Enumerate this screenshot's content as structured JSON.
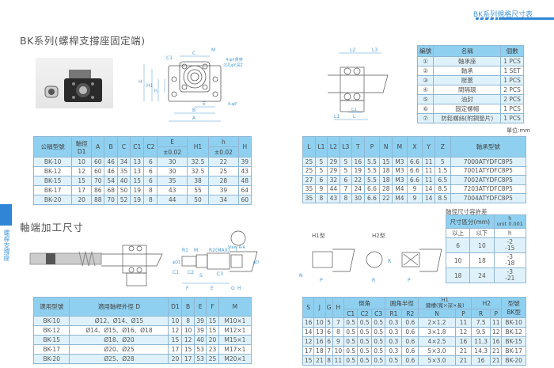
{
  "header": {
    "section": "BK系列規格尺寸表"
  },
  "title": "BK系列(螺桿支撐座固定端)",
  "subtitle": "軸端加工尺寸",
  "sidebar": {
    "label": "螺桿支撐座"
  },
  "unit": "單位:mm",
  "drawing_labels": {
    "c": "C",
    "m": "M",
    "a": "A",
    "b": "B",
    "e": "E",
    "h": "h",
    "h1": "H1",
    "hh": "H",
    "c1": "C1",
    "l": "L",
    "l1": "L1",
    "l2": "L2",
    "l3": "L3",
    "hole1": "4-φX貫穿",
    "hole2": "沉孔φY深Z",
    "hole3": "4-φP",
    "h1type": "H1型",
    "h2type": "H2型",
    "n": "N",
    "p": "P",
    "r": "R",
    "j": "J",
    "view": "View A-A",
    "r1": "R1",
    "r2": "R2(MAX)",
    "f": "F",
    "g": "G",
    "s": "S",
    "c2": "C2",
    "c3": "C3",
    "d": "φD",
    "d1": "φD1"
  },
  "parts_table": {
    "headers": [
      "編號",
      "名稱",
      "個數"
    ],
    "rows": [
      [
        "①",
        "軸承座",
        "1 PCS"
      ],
      [
        "②",
        "軸承",
        "1 SET"
      ],
      [
        "③",
        "壓蓋",
        "1 PCS"
      ],
      [
        "④",
        "間隔環",
        "2 PCS"
      ],
      [
        "⑤",
        "油封",
        "2 PCS"
      ],
      [
        "⑥",
        "固定螺帽",
        "1 PCS"
      ],
      [
        "⑦",
        "防鬆螺絲(附銅墊片)",
        "1 PCS"
      ]
    ]
  },
  "dim_table": {
    "headers": {
      "model": "公稱型號",
      "d1": "軸徑",
      "d1b": "D1",
      "a": "A",
      "b": "B",
      "c": "C",
      "c1": "C1",
      "c2": "C2",
      "e": "E",
      "etol": "±0.02",
      "h1": "H1",
      "h": "h",
      "htol": "±0.02",
      "hh": "H"
    },
    "rows": [
      [
        "BK-10",
        "10",
        "60",
        "46",
        "34",
        "13",
        "6",
        "30",
        "32.5",
        "22",
        "39"
      ],
      [
        "BK-12",
        "12",
        "60",
        "46",
        "35",
        "13",
        "6",
        "30",
        "32.5",
        "25",
        "43"
      ],
      [
        "BK-15",
        "15",
        "70",
        "54",
        "40",
        "15",
        "6",
        "35",
        "38",
        "28",
        "48"
      ],
      [
        "BK-17",
        "17",
        "86",
        "68",
        "50",
        "19",
        "8",
        "43",
        "55",
        "39",
        "64"
      ],
      [
        "BK-20",
        "20",
        "88",
        "70",
        "52",
        "19",
        "8",
        "44",
        "50",
        "34",
        "60"
      ]
    ]
  },
  "bearing_table": {
    "headers": [
      "L",
      "L1",
      "L2",
      "L3",
      "T",
      "P",
      "N",
      "M",
      "X",
      "Y",
      "Z",
      "軸承型號"
    ],
    "rows": [
      [
        "25",
        "5",
        "29",
        "5",
        "16",
        "5.5",
        "15",
        "M3",
        "6.6",
        "11",
        "5",
        "7000ATYDFC8P5"
      ],
      [
        "25",
        "5",
        "29",
        "5",
        "19",
        "5.5",
        "18",
        "M3",
        "6.6",
        "11",
        "1.5",
        "7001ATYDFC8P5"
      ],
      [
        "27",
        "6",
        "32",
        "6",
        "22",
        "5.5",
        "18",
        "M3",
        "6.6",
        "11",
        "6.5",
        "7002ATYDFC8P5"
      ],
      [
        "35",
        "9",
        "44",
        "7",
        "24",
        "6.6",
        "28",
        "M4",
        "9",
        "14",
        "8.5",
        "7203ATYDFC8P5"
      ],
      [
        "35",
        "8",
        "43",
        "8",
        "30",
        "6.6",
        "22",
        "M4",
        "9",
        "14",
        "8.5",
        "7004ATYDFC8P5"
      ]
    ]
  },
  "tolerance": {
    "title": "軸徑尺寸容許差",
    "h_range": "尺寸區分(mm)",
    "h_unit": "h",
    "h_unit2": "unit 0.001",
    "above": "以上",
    "below": "以下",
    "h": "h",
    "rows": [
      [
        "6",
        "10",
        "-2",
        "-15"
      ],
      [
        "10",
        "18",
        "-3",
        "-18"
      ],
      [
        "18",
        "24",
        "-3",
        "-21"
      ]
    ]
  },
  "shaft_table": {
    "headers": [
      "適用型號",
      "適用軸桿外徑 D",
      "D1",
      "B",
      "E",
      "F",
      "M"
    ],
    "rows": [
      [
        "BK-10",
        "Ø12、Ø14、Ø15",
        "10",
        "8",
        "39",
        "15",
        "M10×1"
      ],
      [
        "BK-12",
        "Ø14、Ø15、Ø16、Ø18",
        "12",
        "10",
        "39",
        "15",
        "M12×1"
      ],
      [
        "BK-15",
        "Ø18、Ø20",
        "15",
        "12",
        "40",
        "20",
        "M15×1"
      ],
      [
        "BK-17",
        "Ø20、Ø25",
        "17",
        "15",
        "53",
        "23",
        "M17×1"
      ],
      [
        "BK-20",
        "Ø25、Ø28",
        "20",
        "17",
        "53",
        "25",
        "M20×1"
      ]
    ]
  },
  "end_table": {
    "headers": {
      "s": "S",
      "j": "J",
      "g": "G",
      "h": "H",
      "chamfer": "倒角",
      "fillet": "圓角半徑",
      "key": "鍵槽(寬×深×長)",
      "h1": "H1",
      "h2": "H2",
      "model": "型號",
      "modelb": "BK型",
      "c1": "C1",
      "c2": "C2",
      "c3": "C3",
      "r1": "R1",
      "r2": "R2",
      "n": "N",
      "p": "P",
      "r": "R",
      "p2": "P"
    },
    "rows": [
      [
        "16",
        "10",
        "5",
        "7",
        "0.5",
        "0.5",
        "0.5",
        "0.3",
        "0.6",
        "2×1.2",
        "11",
        "7.5",
        "11",
        "BK-10"
      ],
      [
        "14",
        "13",
        "6",
        "8",
        "0.5",
        "0.5",
        "0.5",
        "0.3",
        "0.6",
        "3×1.8",
        "12",
        "9.5",
        "12",
        "BK-12"
      ],
      [
        "12",
        "16",
        "6",
        "9",
        "0.5",
        "0.5",
        "0.5",
        "0.3",
        "0.6",
        "4×2.5",
        "16",
        "11.3",
        "16",
        "BK-15"
      ],
      [
        "17",
        "18",
        "7",
        "10",
        "0.5",
        "0.5",
        "0.5",
        "0.3",
        "0.6",
        "5×3.0",
        "21",
        "14.3",
        "21",
        "BK-17"
      ],
      [
        "15",
        "21",
        "8",
        "11",
        "0.5",
        "0.5",
        "0.5",
        "0.5",
        "0.6",
        "5×3.0",
        "21",
        "16",
        "21",
        "BK-20"
      ]
    ]
  }
}
